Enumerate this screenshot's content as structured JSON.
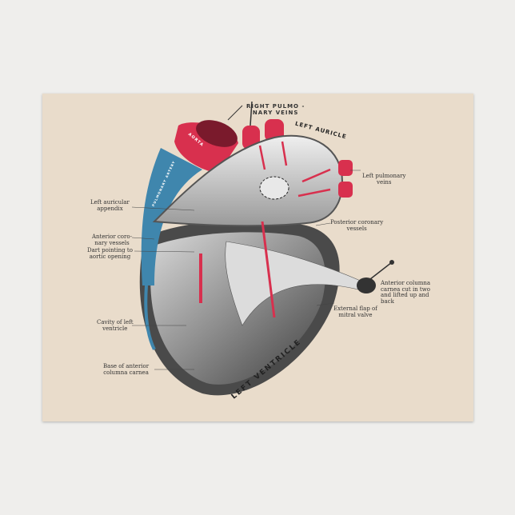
{
  "labels": {
    "right_pulmonary_veins": "RIGHT PULMO -\nNARY VEINS",
    "left_auricle": "LEFT AURICLE",
    "aorta": "AORTA",
    "pulmonary_artery": "PULMONARY ARTERY",
    "left_pulmonary_veins": "Left pulmonary\nveins",
    "left_auricular_appendix": "Left auricular\nappendix",
    "posterior_coronary_vessels": "Posterior coronary\nvessels",
    "anterior_coronary_vessels": "Anterior coro-\nnary vessels",
    "dart_aortic_opening": "Dart pointing to\naortic opening",
    "anterior_columna_carnea": "Anterior columna\ncarnea cut in two\nand lifted up and\nback",
    "external_flap_mitral": "External flap of\nmitral valve",
    "cavity_left_ventricle": "Cavity of left\nventricle",
    "base_anterior_columna": "Base of anterior\ncolumna carnea",
    "left_ventricle": "LEFT VENTRICLE"
  },
  "colors": {
    "artery_red": "#d8304e",
    "vein_blue": "#3f86ad",
    "paper": "#e9dccb",
    "tissue": "#8a8a8a"
  }
}
